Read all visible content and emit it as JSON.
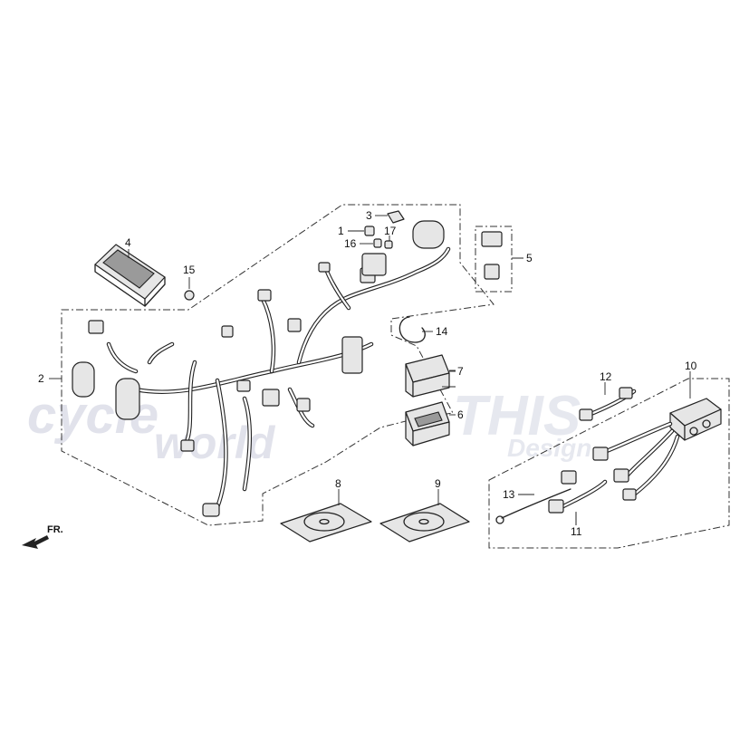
{
  "watermark": {
    "left_line1": "cycle",
    "left_line2": "world",
    "right_line1": "THIS",
    "right_line2": "Design"
  },
  "direction_label": "FR.",
  "callouts": {
    "c1": "1",
    "c2": "2",
    "c3": "3",
    "c4": "4",
    "c5": "5",
    "c6": "6",
    "c7": "7",
    "c8": "8",
    "c9": "9",
    "c10": "10",
    "c11": "11",
    "c12": "12",
    "c13": "13",
    "c14": "14",
    "c15": "15",
    "c16": "16",
    "c17": "17"
  }
}
